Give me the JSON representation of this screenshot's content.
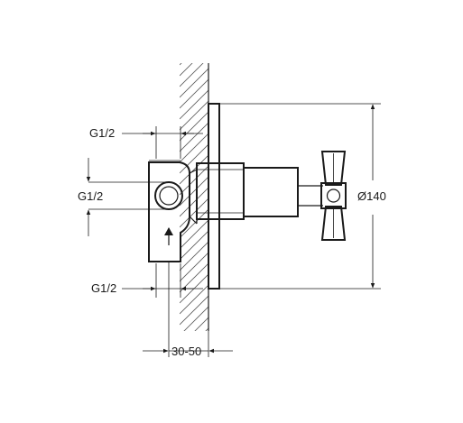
{
  "dimensions": {
    "inlet_top": "G1/2",
    "inlet_side": "G1/2",
    "outlet_bottom": "G1/2",
    "plate_diameter": "Ø140",
    "install_depth": "30-50"
  },
  "colors": {
    "line": "#1a1a1a",
    "hatch": "#555555",
    "background": "#ffffff"
  }
}
